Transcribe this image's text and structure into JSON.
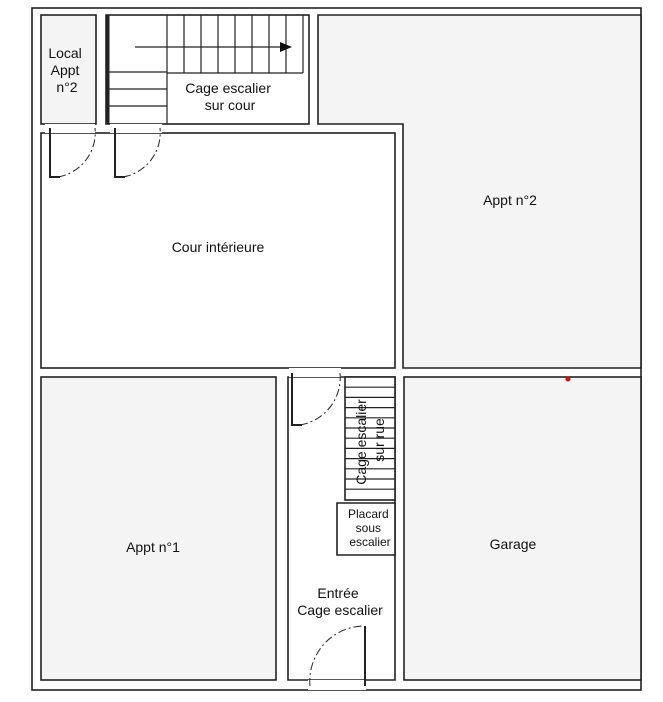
{
  "rooms": {
    "local_appt2": [
      "Local",
      "Appt",
      "n°2"
    ],
    "stair_cour": [
      "Cage escalier",
      "sur cour"
    ],
    "appt2": "Appt n°2",
    "cour": "Cour intérieure",
    "appt1": "Appt n°1",
    "stair_rue": [
      "Cage escalier",
      "sur rue"
    ],
    "placard": [
      "Placard",
      "sous",
      "escalier"
    ],
    "entree": [
      "Entrée",
      "Cage escalier"
    ],
    "garage": "Garage"
  },
  "colors": {
    "room_fill": "#f4f4f4",
    "wall": "#222222",
    "marker": "#d01010"
  }
}
